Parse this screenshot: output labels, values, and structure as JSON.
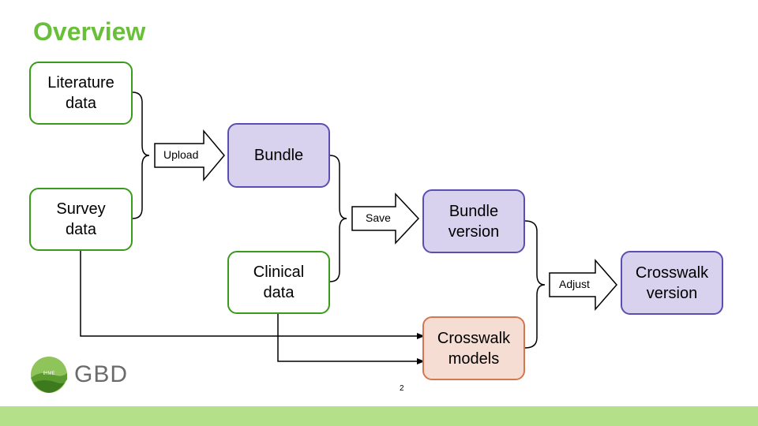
{
  "title": "Overview",
  "nodes": {
    "literature": "Literature\ndata",
    "survey": "Survey\ndata",
    "bundle": "Bundle",
    "clinical": "Clinical\ndata",
    "bundle_version": "Bundle\nversion",
    "crosswalk_models": "Crosswalk\nmodels",
    "crosswalk_version": "Crosswalk\nversion"
  },
  "arrows": {
    "upload": "Upload",
    "save": "Save",
    "adjust": "Adjust"
  },
  "logo": {
    "badge": "IHME",
    "text": "GBD"
  },
  "page_number": "2",
  "colors": {
    "title": "#6abf3a",
    "input_border": "#3a9a1c",
    "bundle_fill": "#d9d2ef",
    "bundle_border": "#5a4fb0",
    "model_fill": "#f6ddd3",
    "model_border": "#d2774f",
    "footer": "#b4e08a"
  }
}
